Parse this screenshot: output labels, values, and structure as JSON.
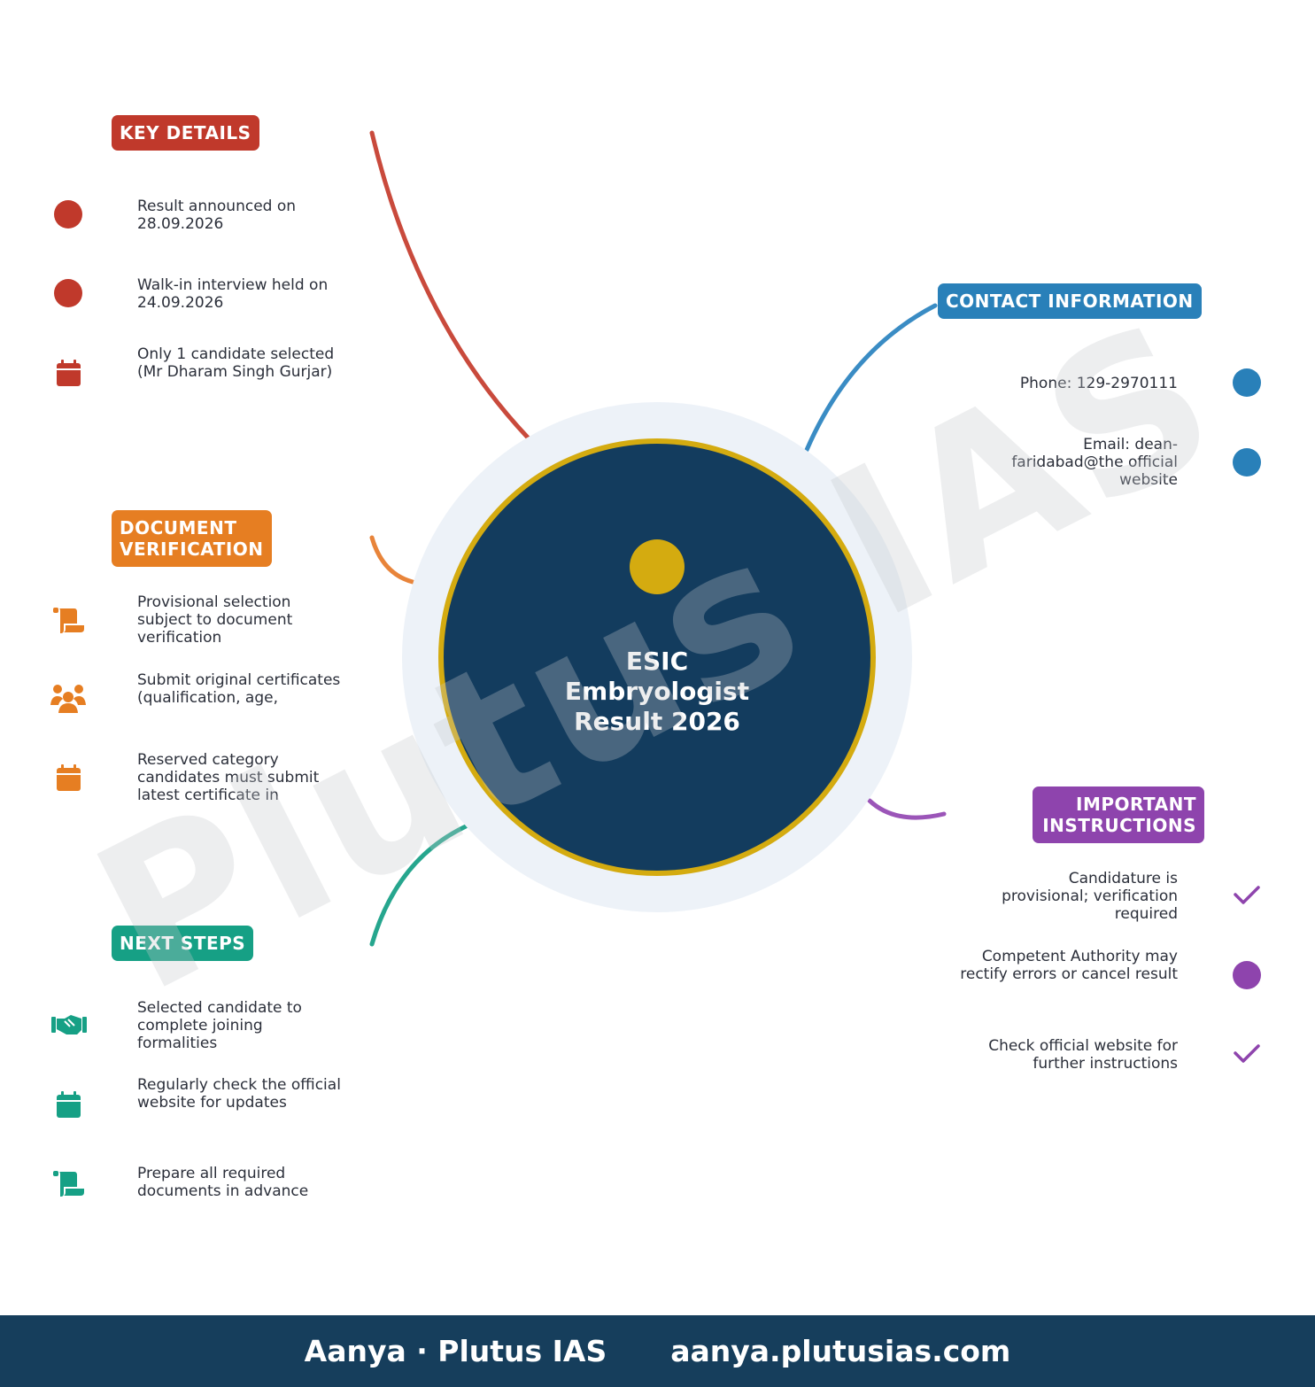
{
  "hub": {
    "title_lines": [
      "ESIC",
      "Embryologist",
      "Result 2026"
    ]
  },
  "watermark": "Plutus IAS",
  "colors": {
    "navy": "#133c5e",
    "gold": "#d4ab10",
    "red": "#c0392b",
    "orange": "#e67e22",
    "teal": "#16a085",
    "blue": "#2980b9",
    "purple": "#8e44ad"
  },
  "branches": {
    "key_details": {
      "label": "KEY DETAILS",
      "items": [
        {
          "text": "Result announced on 28.09.2026",
          "icon": "dot-icon"
        },
        {
          "text": "Walk-in interview held on 24.09.2026",
          "icon": "dot-icon"
        },
        {
          "text": "Only 1 candidate selected (Mr Dharam Singh Gurjar)",
          "icon": "calendar-icon"
        }
      ]
    },
    "document_verification": {
      "label": "DOCUMENT VERIFICATION",
      "items": [
        {
          "text": "Provisional selection subject to document verification",
          "icon": "scroll-icon"
        },
        {
          "text": "Submit original certificates (qualification, age,",
          "icon": "users-icon"
        },
        {
          "text": "Reserved category candidates must submit latest certificate in",
          "icon": "calendar-icon"
        }
      ]
    },
    "next_steps": {
      "label": "NEXT STEPS",
      "items": [
        {
          "text": "Selected candidate to complete joining formalities",
          "icon": "handshake-icon"
        },
        {
          "text": "Regularly check the official website for updates",
          "icon": "calendar-icon"
        },
        {
          "text": "Prepare all required documents in advance",
          "icon": "scroll-icon"
        }
      ]
    },
    "contact_information": {
      "label": "CONTACT INFORMATION",
      "items": [
        {
          "text": "Phone: 129-2970111",
          "icon": "dot-icon"
        },
        {
          "text": "Email: dean-faridabad@the official website",
          "icon": "dot-icon"
        }
      ]
    },
    "important_instructions": {
      "label": "IMPORTANT INSTRUCTIONS",
      "items": [
        {
          "text": "Candidature is provisional; verification required",
          "icon": "check-icon"
        },
        {
          "text": "Competent Authority may rectify errors or cancel result",
          "icon": "dot-icon"
        },
        {
          "text": "Check official website for further instructions",
          "icon": "check-icon"
        }
      ]
    }
  },
  "footer": {
    "author": "Aanya · Plutus IAS",
    "website": "aanya.plutusias.com"
  }
}
